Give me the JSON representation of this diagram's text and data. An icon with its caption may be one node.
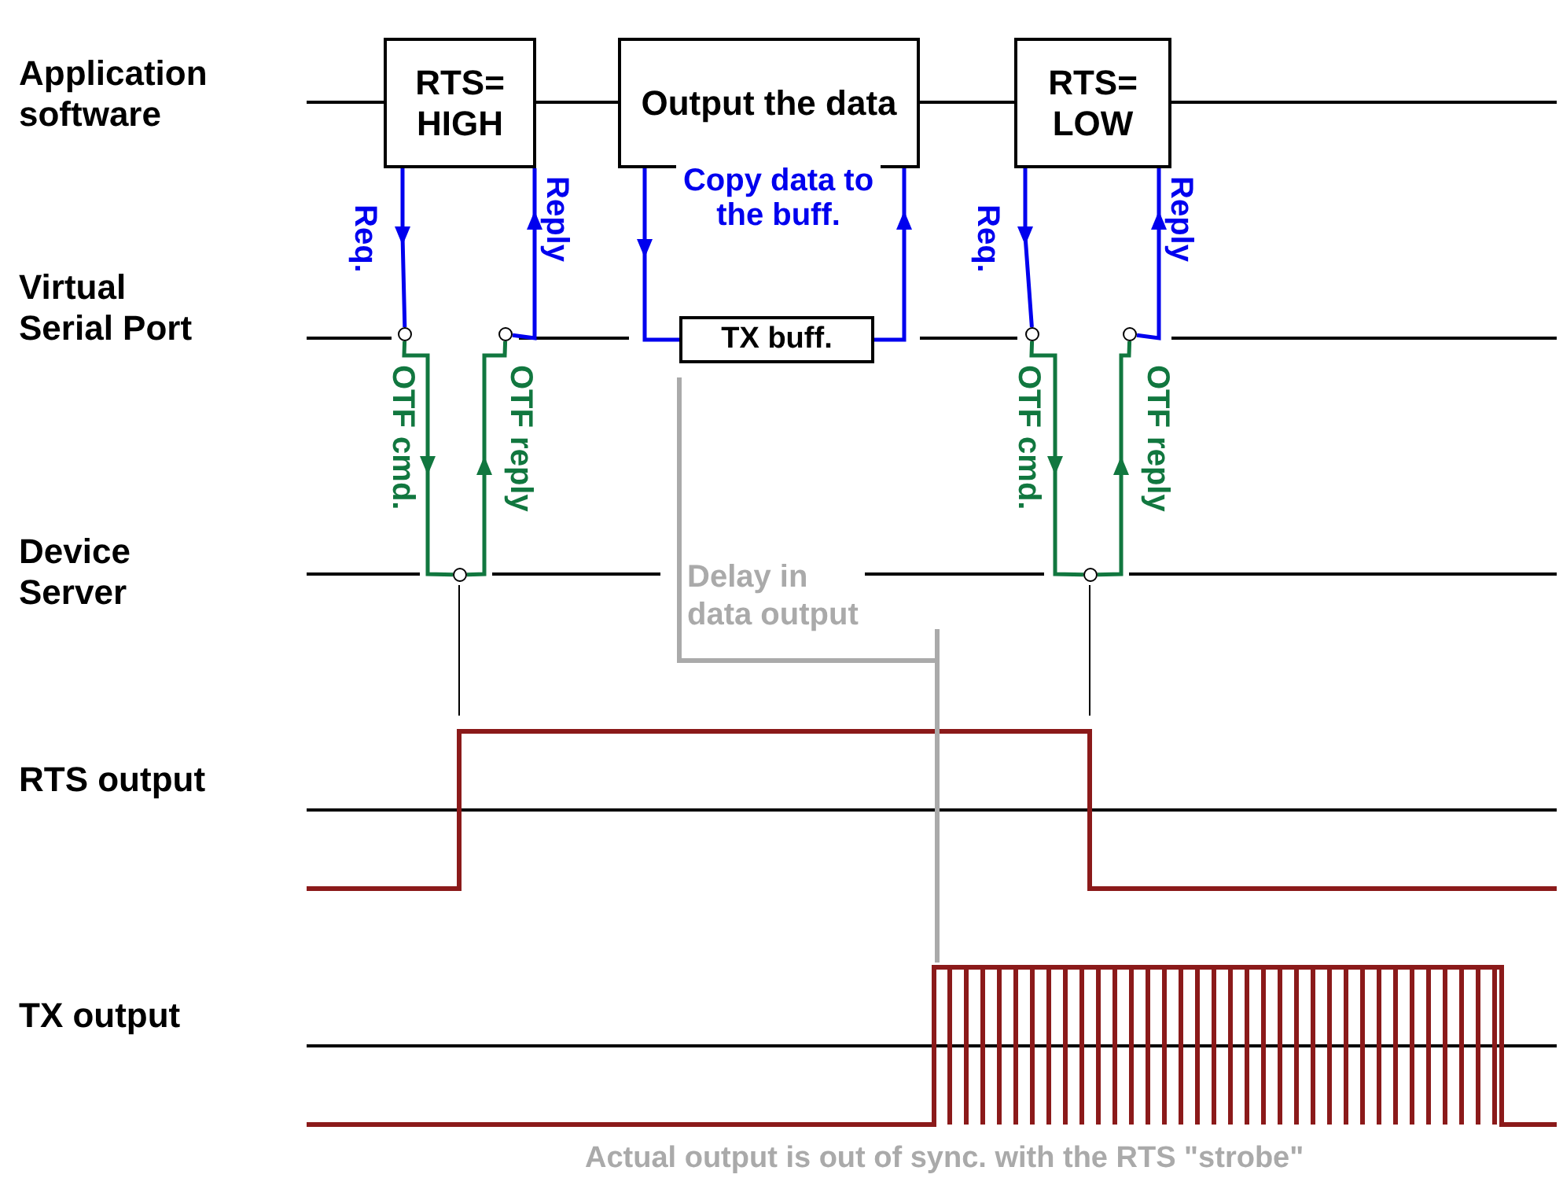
{
  "diagram": {
    "nodes": [
      {
        "text": [
          "RTS= HIGH"
        ]
      },
      {
        "text": [
          "Output the data"
        ]
      },
      {
        "text": [
          "RTS= LOW"
        ]
      },
      {
        "text": [
          "TX buff."
        ]
      },
      {
        "text": [],
        "shape": "circle"
      },
      {
        "text": [],
        "shape": "circle"
      },
      {
        "text": [],
        "shape": "circle"
      },
      {
        "text": [],
        "shape": "circle"
      },
      {
        "text": [],
        "shape": "circle"
      },
      {
        "text": [],
        "shape": "circle"
      }
    ],
    "edges": [
      {
        "from": 0,
        "to": 4,
        "arrow": "to",
        "label": "Req.",
        "color": "#0000ee"
      },
      {
        "from": 5,
        "to": 0,
        "arrow": "to",
        "label": "Reply",
        "color": "#0000ee"
      },
      {
        "from": 4,
        "to": 6,
        "arrow": "to",
        "label": "OTF cmd.",
        "color": "#11773f"
      },
      {
        "from": 6,
        "to": 5,
        "arrow": "to",
        "label": "OTF reply",
        "color": "#11773f"
      },
      {
        "from": 1,
        "to": 3,
        "arrow": "to",
        "label": "Copy data to the buff.",
        "color": "#0000ee"
      },
      {
        "from": 3,
        "to": 1,
        "arrow": "to",
        "color": "#0000ee"
      },
      {
        "from": 2,
        "to": 7,
        "arrow": "to",
        "label": "Req.",
        "color": "#0000ee"
      },
      {
        "from": 8,
        "to": 2,
        "arrow": "to",
        "label": "Reply",
        "color": "#0000ee"
      },
      {
        "from": 7,
        "to": 9,
        "arrow": "to",
        "label": "OTF cmd.",
        "color": "#11773f"
      },
      {
        "from": 9,
        "to": 8,
        "arrow": "to",
        "label": "OTF reply",
        "color": "#11773f"
      }
    ],
    "labels": [
      "Application software",
      "Virtual Serial Port",
      "Device Server",
      "Delay in data output",
      "RTS output",
      "TX output",
      "Actual output is out of sync. with the RTS \"strobe\""
    ]
  }
}
